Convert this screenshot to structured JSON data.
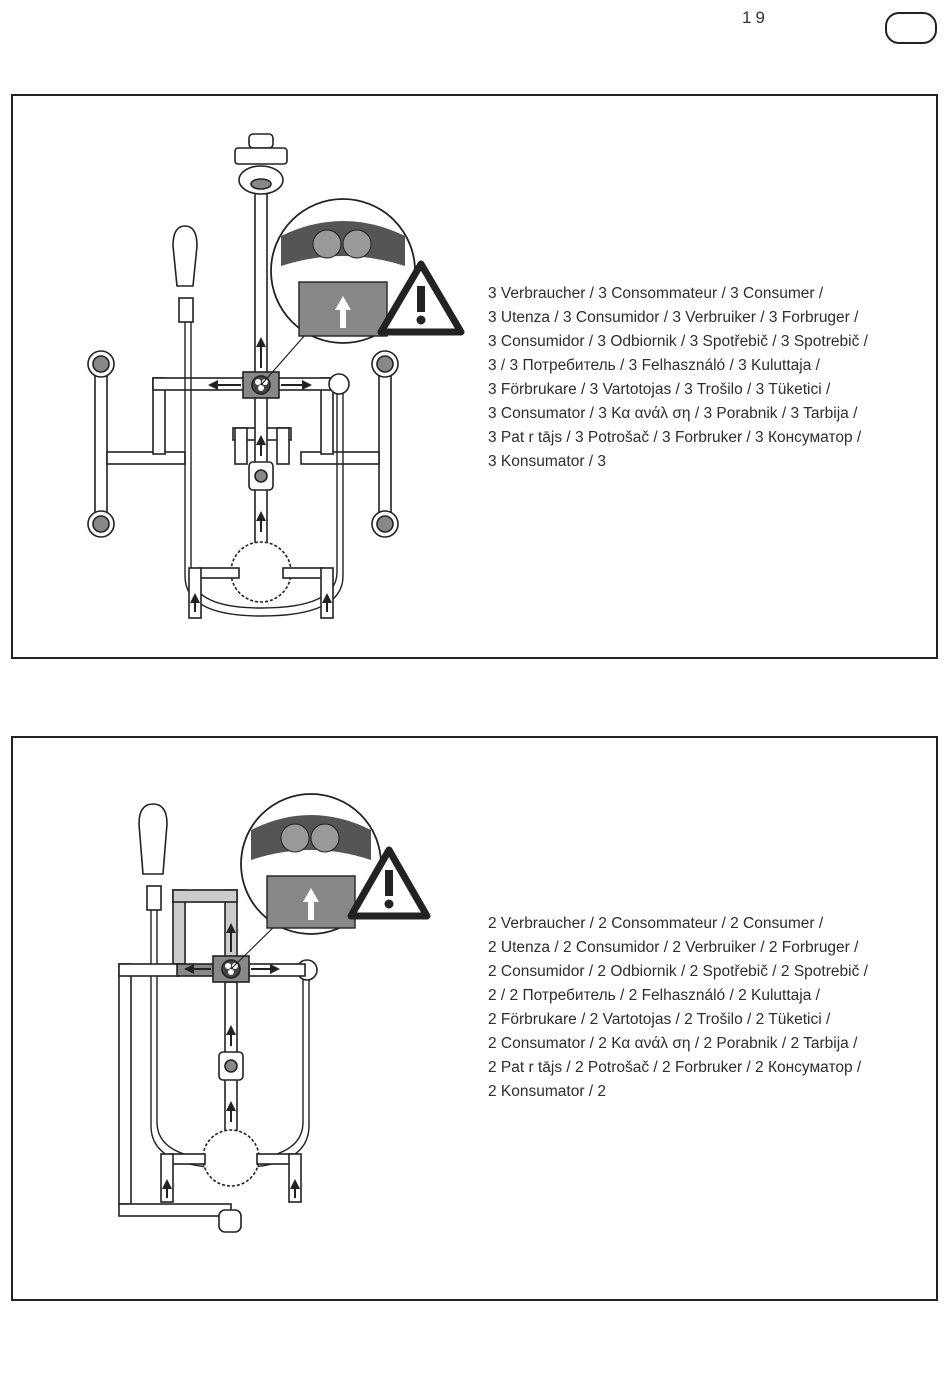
{
  "page": {
    "number": "19"
  },
  "sections": [
    {
      "lines": [
        "3 Verbraucher / 3 Consommateur / 3 Consumer /",
        "3 Utenza / 3 Consumidor / 3 Verbruiker / 3 Forbruger /",
        "3 Consumidor / 3 Odbiornik / 3 Spotřebič / 3 Spotrebič /",
        "3        / 3 Потребитель / 3 Felhasználó / 3 Kuluttaja /",
        "3 Förbrukare / 3 Vartotojas / 3 Trošilo / 3 Tüketici /",
        "3 Consumator / 3 Κα ανάλ  ση / 3 Porabnik / 3 Tarbija /",
        "3 Pat  r  tājs / 3 Potrošač / 3 Forbruker / 3 Консуматор /",
        "3 Konsumator / 3"
      ]
    },
    {
      "lines": [
        "2 Verbraucher / 2 Consommateur / 2 Consumer /",
        "2 Utenza / 2 Consumidor / 2 Verbruiker / 2 Forbruger /",
        "2 Consumidor / 2 Odbiornik / 2 Spotřebič / 2 Spotrebič /",
        "2        / 2 Потребитель / 2 Felhasználó / 2 Kuluttaja /",
        "2 Förbrukare / 2 Vartotojas / 2 Trošilo / 2 Tüketici /",
        "2 Consumator / 2 Κα ανάλ  ση / 2 Porabnik / 2 Tarbija /",
        "2 Pat  r  tājs / 2 Potrošač / 2 Forbruker / 2 Консуматор /",
        "2 Konsumator / 2"
      ]
    }
  ],
  "icons": {
    "warning": "warning-triangle-icon",
    "flow_arrow": "flow-arrow-icon",
    "diverter": "diverter-valve-icon",
    "shower_head": "shower-head-icon",
    "hand_shower": "hand-shower-icon",
    "body_jet": "body-jet-icon"
  },
  "colors": {
    "line": "#222222",
    "fill_grey": "#8a8a8a",
    "dark_grey": "#555555"
  }
}
